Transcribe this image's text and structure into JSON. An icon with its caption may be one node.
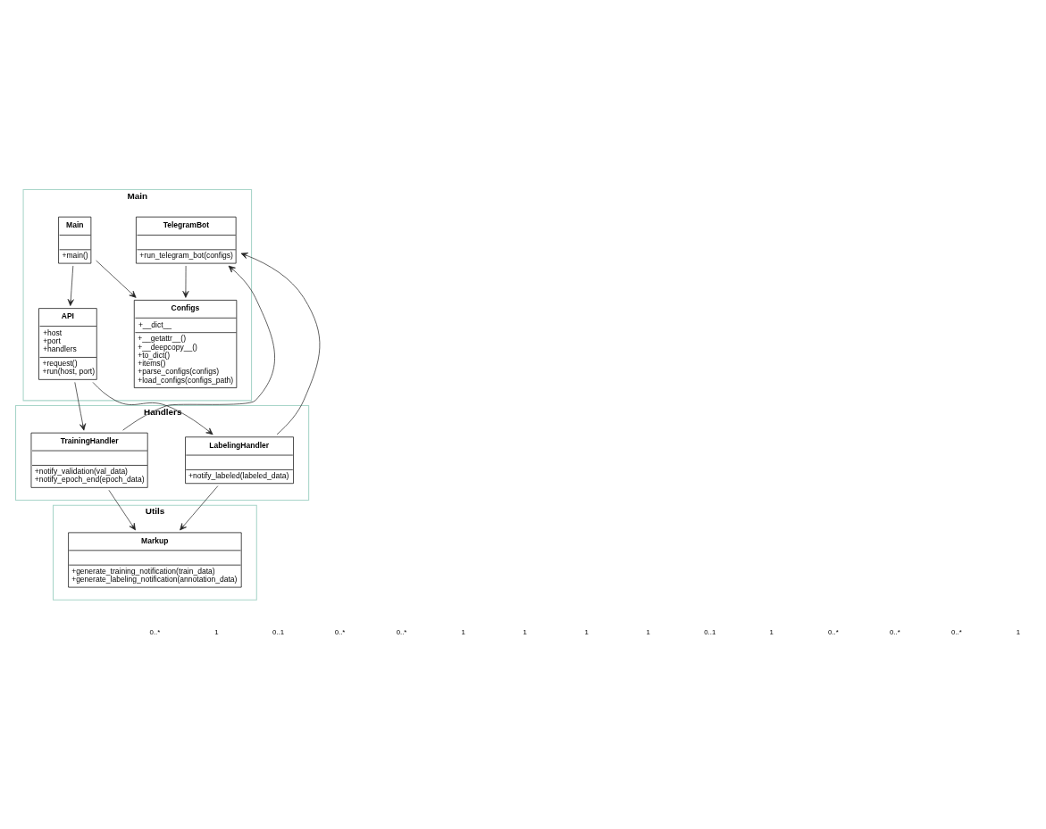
{
  "diagram": {
    "nodes": [
      {
        "text": [
          "Main"
        ]
      },
      {
        "text": [
          "Main",
          "+main()"
        ],
        "in": 0
      },
      {
        "text": [
          "Configs",
          "+__dict__",
          "+__getattr__()",
          "+__deepcopy__()",
          "+to_dict()",
          "+items()",
          "+parse_configs(configs)",
          "+load_configs(configs_path)"
        ],
        "in": 0
      },
      {
        "text": [
          "API",
          "+host",
          "+port",
          "+handlers",
          "+request()",
          "+run(host, port)"
        ],
        "in": 0
      },
      {
        "text": [
          "TelegramBot",
          "+run_telegram_bot(configs)"
        ],
        "in": 0
      },
      {
        "text": [
          "Handlers"
        ]
      },
      {
        "text": [
          "TrainingHandler",
          "+notify_validation(val_data)",
          "+notify_epoch_end(epoch_data)"
        ],
        "in": 5
      },
      {
        "text": [
          "LabelingHandler",
          "+notify_labeled(labeled_data)"
        ],
        "in": 5
      },
      {
        "text": [
          "Utils"
        ]
      },
      {
        "text": [
          "Markup",
          "+generate_training_notification(train_data)",
          "+generate_labeling_notification(annotation_data)"
        ],
        "in": 8
      }
    ],
    "edges": [
      {
        "from": 1,
        "to": 2,
        "arrow": "to"
      },
      {
        "from": 1,
        "to": 3,
        "arrow": "to"
      },
      {
        "from": 4,
        "to": 2,
        "arrow": "to"
      },
      {
        "from": 3,
        "to": 6,
        "arrow": "to"
      },
      {
        "from": 3,
        "to": 7,
        "arrow": "to"
      },
      {
        "from": 6,
        "to": 4,
        "arrow": "to"
      },
      {
        "from": 7,
        "to": 4,
        "arrow": "to"
      },
      {
        "from": 6,
        "to": 9,
        "arrow": "to"
      },
      {
        "from": 7,
        "to": 9,
        "arrow": "to"
      }
    ],
    "labels": [
      "0..*",
      "1",
      "0..1",
      "0..*",
      "0..*",
      "1",
      "1",
      "1",
      "1",
      "0..1",
      "1",
      "0..*",
      "0..*",
      "0..*",
      "1"
    ]
  }
}
